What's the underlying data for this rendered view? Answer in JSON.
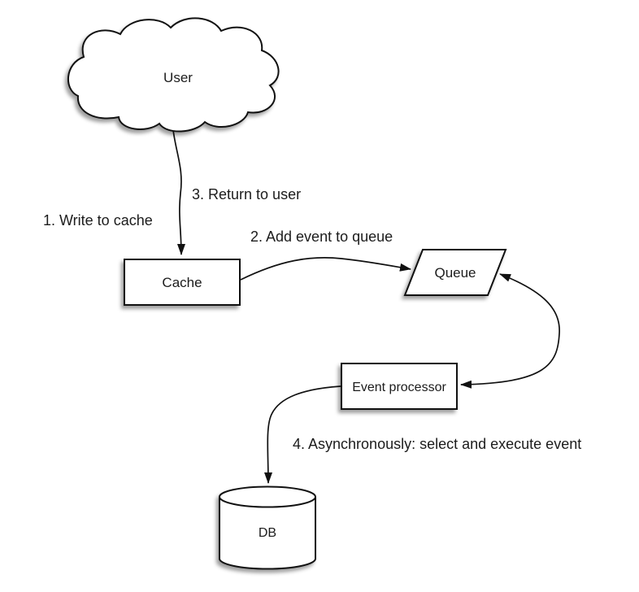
{
  "diagram": {
    "nodes": {
      "user": {
        "label": "User",
        "shape": "cloud"
      },
      "cache": {
        "label": "Cache",
        "shape": "rectangle"
      },
      "queue": {
        "label": "Queue",
        "shape": "parallelogram"
      },
      "event_processor": {
        "label": "Event processor",
        "shape": "rectangle"
      },
      "db": {
        "label": "DB",
        "shape": "cylinder"
      }
    },
    "annotations": {
      "step1": "1. Write to cache",
      "step2": "2. Add event to queue",
      "step3": "3. Return to user",
      "step4": "4. Asynchronously: select and execute event"
    },
    "edges": [
      {
        "from": "user",
        "to": "cache",
        "arrow": "single"
      },
      {
        "from": "cache",
        "to": "queue",
        "arrow": "single"
      },
      {
        "from": "queue",
        "to": "event_processor",
        "arrow": "double"
      },
      {
        "from": "event_processor",
        "to": "db",
        "arrow": "single"
      }
    ],
    "colors": {
      "background": "#ffffff",
      "shape_fill": "#ffffff",
      "stroke": "#111111",
      "text": "#1c1c1c"
    }
  }
}
